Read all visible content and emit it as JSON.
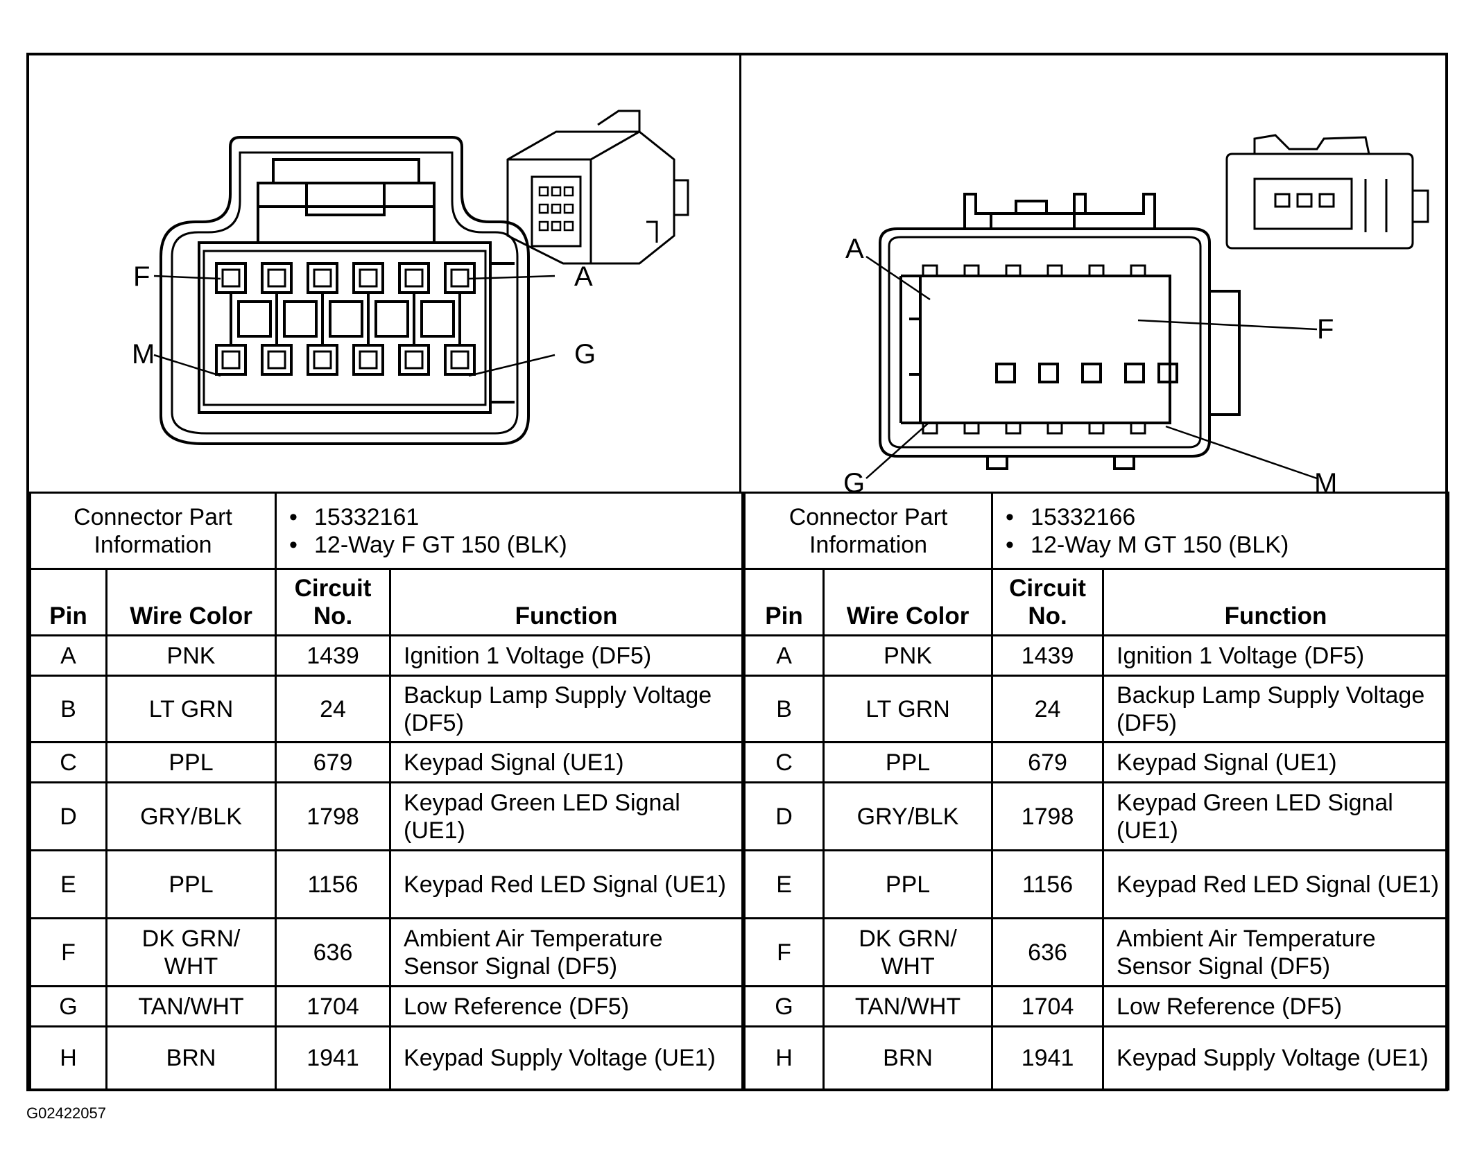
{
  "figure_id": "G02422057",
  "left": {
    "labels": {
      "f": "F",
      "a": "A",
      "m": "M",
      "g": "G"
    },
    "info_label": "Connector Part Information",
    "part_lines": [
      "15332161",
      "12-Way F GT 150 (BLK)"
    ]
  },
  "right": {
    "labels": {
      "a": "A",
      "f": "F",
      "g": "G",
      "m": "M"
    },
    "info_label": "Connector Part Information",
    "part_lines": [
      "15332166",
      "12-Way M GT 150 (BLK)"
    ]
  },
  "headers": {
    "pin": "Pin",
    "wire": "Wire Color",
    "circuit": "Circuit No.",
    "function": "Function"
  },
  "left_rows": [
    {
      "pin": "A",
      "wire": "PNK",
      "circuit": "1439",
      "function": "Ignition 1 Voltage (DF5)"
    },
    {
      "pin": "B",
      "wire": "LT GRN",
      "circuit": "24",
      "function": "Backup Lamp Supply Voltage (DF5)"
    },
    {
      "pin": "C",
      "wire": "PPL",
      "circuit": "679",
      "function": "Keypad Signal (UE1)"
    },
    {
      "pin": "D",
      "wire": "GRY/BLK",
      "circuit": "1798",
      "function": "Keypad Green LED Signal (UE1)"
    },
    {
      "pin": "E",
      "wire": "PPL",
      "circuit": "1156",
      "function": "Keypad Red LED Signal (UE1)"
    },
    {
      "pin": "F",
      "wire": "DK GRN/ WHT",
      "circuit": "636",
      "function": "Ambient Air Temperature Sensor Signal (DF5)"
    },
    {
      "pin": "G",
      "wire": "TAN/WHT",
      "circuit": "1704",
      "function": "Low Reference (DF5)"
    },
    {
      "pin": "H",
      "wire": "BRN",
      "circuit": "1941",
      "function": "Keypad Supply Voltage (UE1)"
    }
  ],
  "right_rows": [
    {
      "pin": "A",
      "wire": "PNK",
      "circuit": "1439",
      "function": "Ignition 1 Voltage (DF5)"
    },
    {
      "pin": "B",
      "wire": "LT GRN",
      "circuit": "24",
      "function": "Backup Lamp Supply Voltage (DF5)"
    },
    {
      "pin": "C",
      "wire": "PPL",
      "circuit": "679",
      "function": "Keypad Signal (UE1)"
    },
    {
      "pin": "D",
      "wire": "GRY/BLK",
      "circuit": "1798",
      "function": "Keypad Green LED Signal (UE1)"
    },
    {
      "pin": "E",
      "wire": "PPL",
      "circuit": "1156",
      "function": "Keypad Red LED Signal (UE1)"
    },
    {
      "pin": "F",
      "wire": "DK GRN/ WHT",
      "circuit": "636",
      "function": "Ambient Air Temperature Sensor Signal (DF5)"
    },
    {
      "pin": "G",
      "wire": "TAN/WHT",
      "circuit": "1704",
      "function": "Low Reference (DF5)"
    },
    {
      "pin": "H",
      "wire": "BRN",
      "circuit": "1941",
      "function": "Keypad Supply Voltage (UE1)"
    }
  ]
}
